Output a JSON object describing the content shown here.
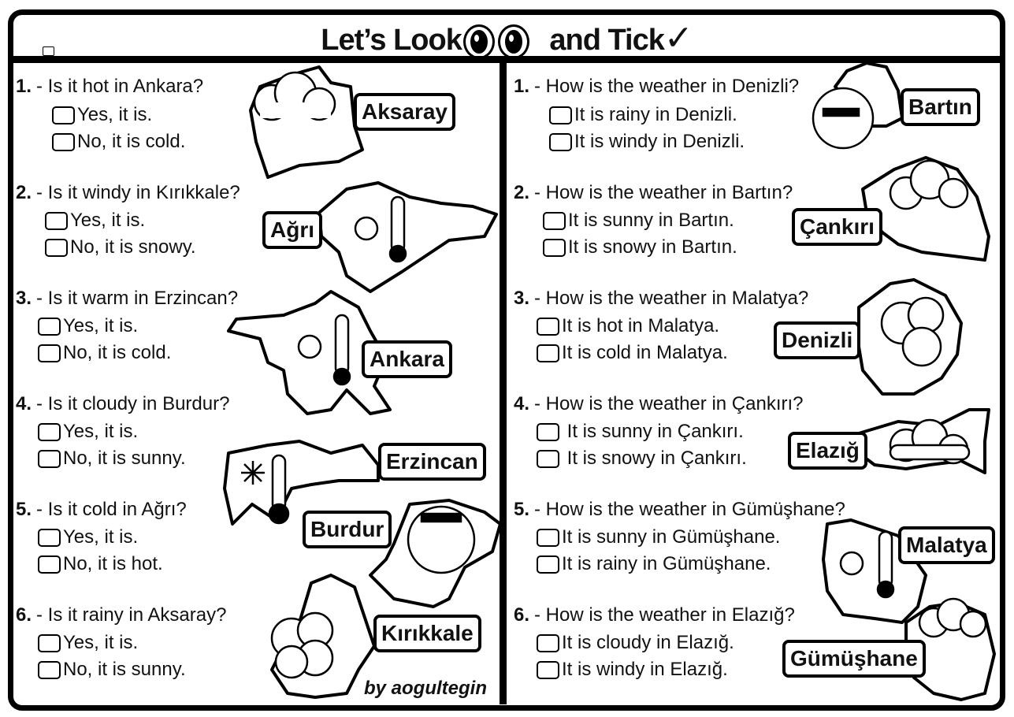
{
  "title": {
    "part1": "Let’s Look",
    "part2": "and Tick",
    "tick": "✓"
  },
  "author": "by aogultegin",
  "left": {
    "questions": [
      {
        "number": "1.",
        "text": "- Is it hot in Ankara?",
        "options": [
          "Yes, it is.",
          "No, it is cold."
        ]
      },
      {
        "number": "2.",
        "text": "- Is it windy in Kırıkkale?",
        "options": [
          "Yes, it is.",
          "No, it is snowy."
        ]
      },
      {
        "number": "3.",
        "text": "- Is it warm in Erzincan?",
        "options": [
          "Yes, it is.",
          "No, it is cold."
        ]
      },
      {
        "number": "4.",
        "text": "- Is it cloudy in Burdur?",
        "options": [
          "Yes, it is.",
          "No, it is sunny."
        ]
      },
      {
        "number": "5.",
        "text": "- Is it cold in Ağrı?",
        "options": [
          "Yes, it is.",
          "No, it is hot."
        ]
      },
      {
        "number": "6.",
        "text": "- Is it rainy in Aksaray?",
        "options": [
          "Yes, it is.",
          "No, it is sunny."
        ]
      }
    ],
    "maps": [
      {
        "label": "Aksaray",
        "icon": "rain-cloud-icon"
      },
      {
        "label": "Ağrı",
        "icon": "sun-thermometer-icon"
      },
      {
        "label": "Ankara",
        "icon": "sun-thermometer-icon"
      },
      {
        "label": "Erzincan",
        "icon": "snowflake-thermometer-icon"
      },
      {
        "label": "Burdur",
        "icon": "sun-sunglasses-icon"
      },
      {
        "label": "Kırıkkale",
        "icon": "wind-cloud-icon"
      }
    ]
  },
  "right": {
    "questions": [
      {
        "number": "1.",
        "text": "- How is the weather in Denizli?",
        "options": [
          "It is rainy in Denizli.",
          "It is windy in Denizli."
        ]
      },
      {
        "number": "2.",
        "text": "- How is the weather in Bartın?",
        "options": [
          "It is sunny in Bartın.",
          "It is snowy in Bartın."
        ]
      },
      {
        "number": "3.",
        "text": "- How is the weather in Malatya?",
        "options": [
          "It is hot in Malatya.",
          "It is cold in Malatya."
        ]
      },
      {
        "number": "4.",
        "text": "- How is the weather in Çankırı?",
        "options": [
          " It is sunny in Çankırı.",
          " It is snowy in Çankırı."
        ]
      },
      {
        "number": "5.",
        "text": "- How is the weather in Gümüşhane?",
        "options": [
          "It is sunny in Gümüşhane.",
          "It is rainy in Gümüşhane."
        ]
      },
      {
        "number": "6.",
        "text": "- How is the weather in Elazığ?",
        "options": [
          "It is cloudy in Elazığ.",
          "It is windy in Elazığ."
        ]
      }
    ],
    "maps": [
      {
        "label": "Bartın",
        "icon": "sun-sunglasses-icon"
      },
      {
        "label": "Çankırı",
        "icon": "snow-cloud-icon"
      },
      {
        "label": "Denizli",
        "icon": "wind-cloud-icon"
      },
      {
        "label": "Elazığ",
        "icon": "cloud-icon"
      },
      {
        "label": "Malatya",
        "icon": "sun-thermometer-icon"
      },
      {
        "label": "Gümüşhane",
        "icon": "rain-cloud-icon"
      }
    ]
  }
}
